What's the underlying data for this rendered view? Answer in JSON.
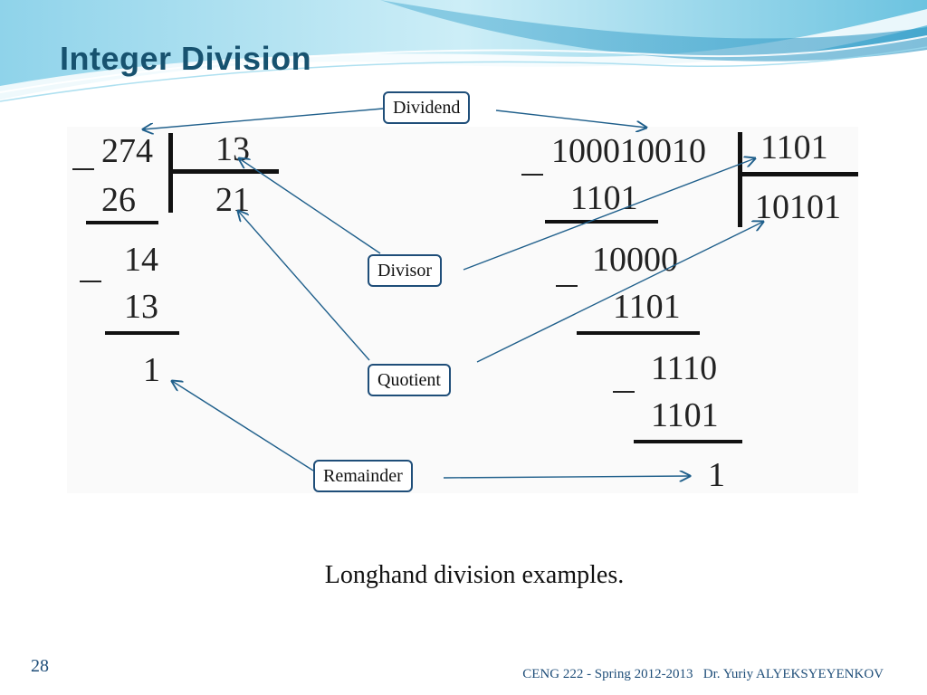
{
  "slide": {
    "title": "Integer Division",
    "caption": "Longhand division examples.",
    "page_number": "28",
    "footer": "CENG 222 - Spring 2012-2013   Dr. Yuriy ALYEKSYEYENKOV"
  },
  "labels": {
    "dividend": "Dividend",
    "divisor": "Divisor",
    "quotient": "Quotient",
    "remainder": "Remainder"
  },
  "decimal_example": {
    "dividend": "274",
    "divisor": "13",
    "quotient": "21",
    "step1_subtrahend": "26",
    "step2_partial": "14",
    "step2_subtrahend": "13",
    "remainder": "1"
  },
  "binary_example": {
    "dividend": "100010010",
    "divisor": "1101",
    "quotient": "10101",
    "step1_subtrahend": "1101",
    "step2_partial": "10000",
    "step2_subtrahend": "1101",
    "step3_partial": "1110",
    "step3_subtrahend": "1101",
    "remainder": "1"
  },
  "colors": {
    "title": "#17526f",
    "label_border": "#1f4e79",
    "arrow": "#1f5f8b",
    "wave_light": "#bfe6f2",
    "wave_dark": "#3fa9cf"
  }
}
